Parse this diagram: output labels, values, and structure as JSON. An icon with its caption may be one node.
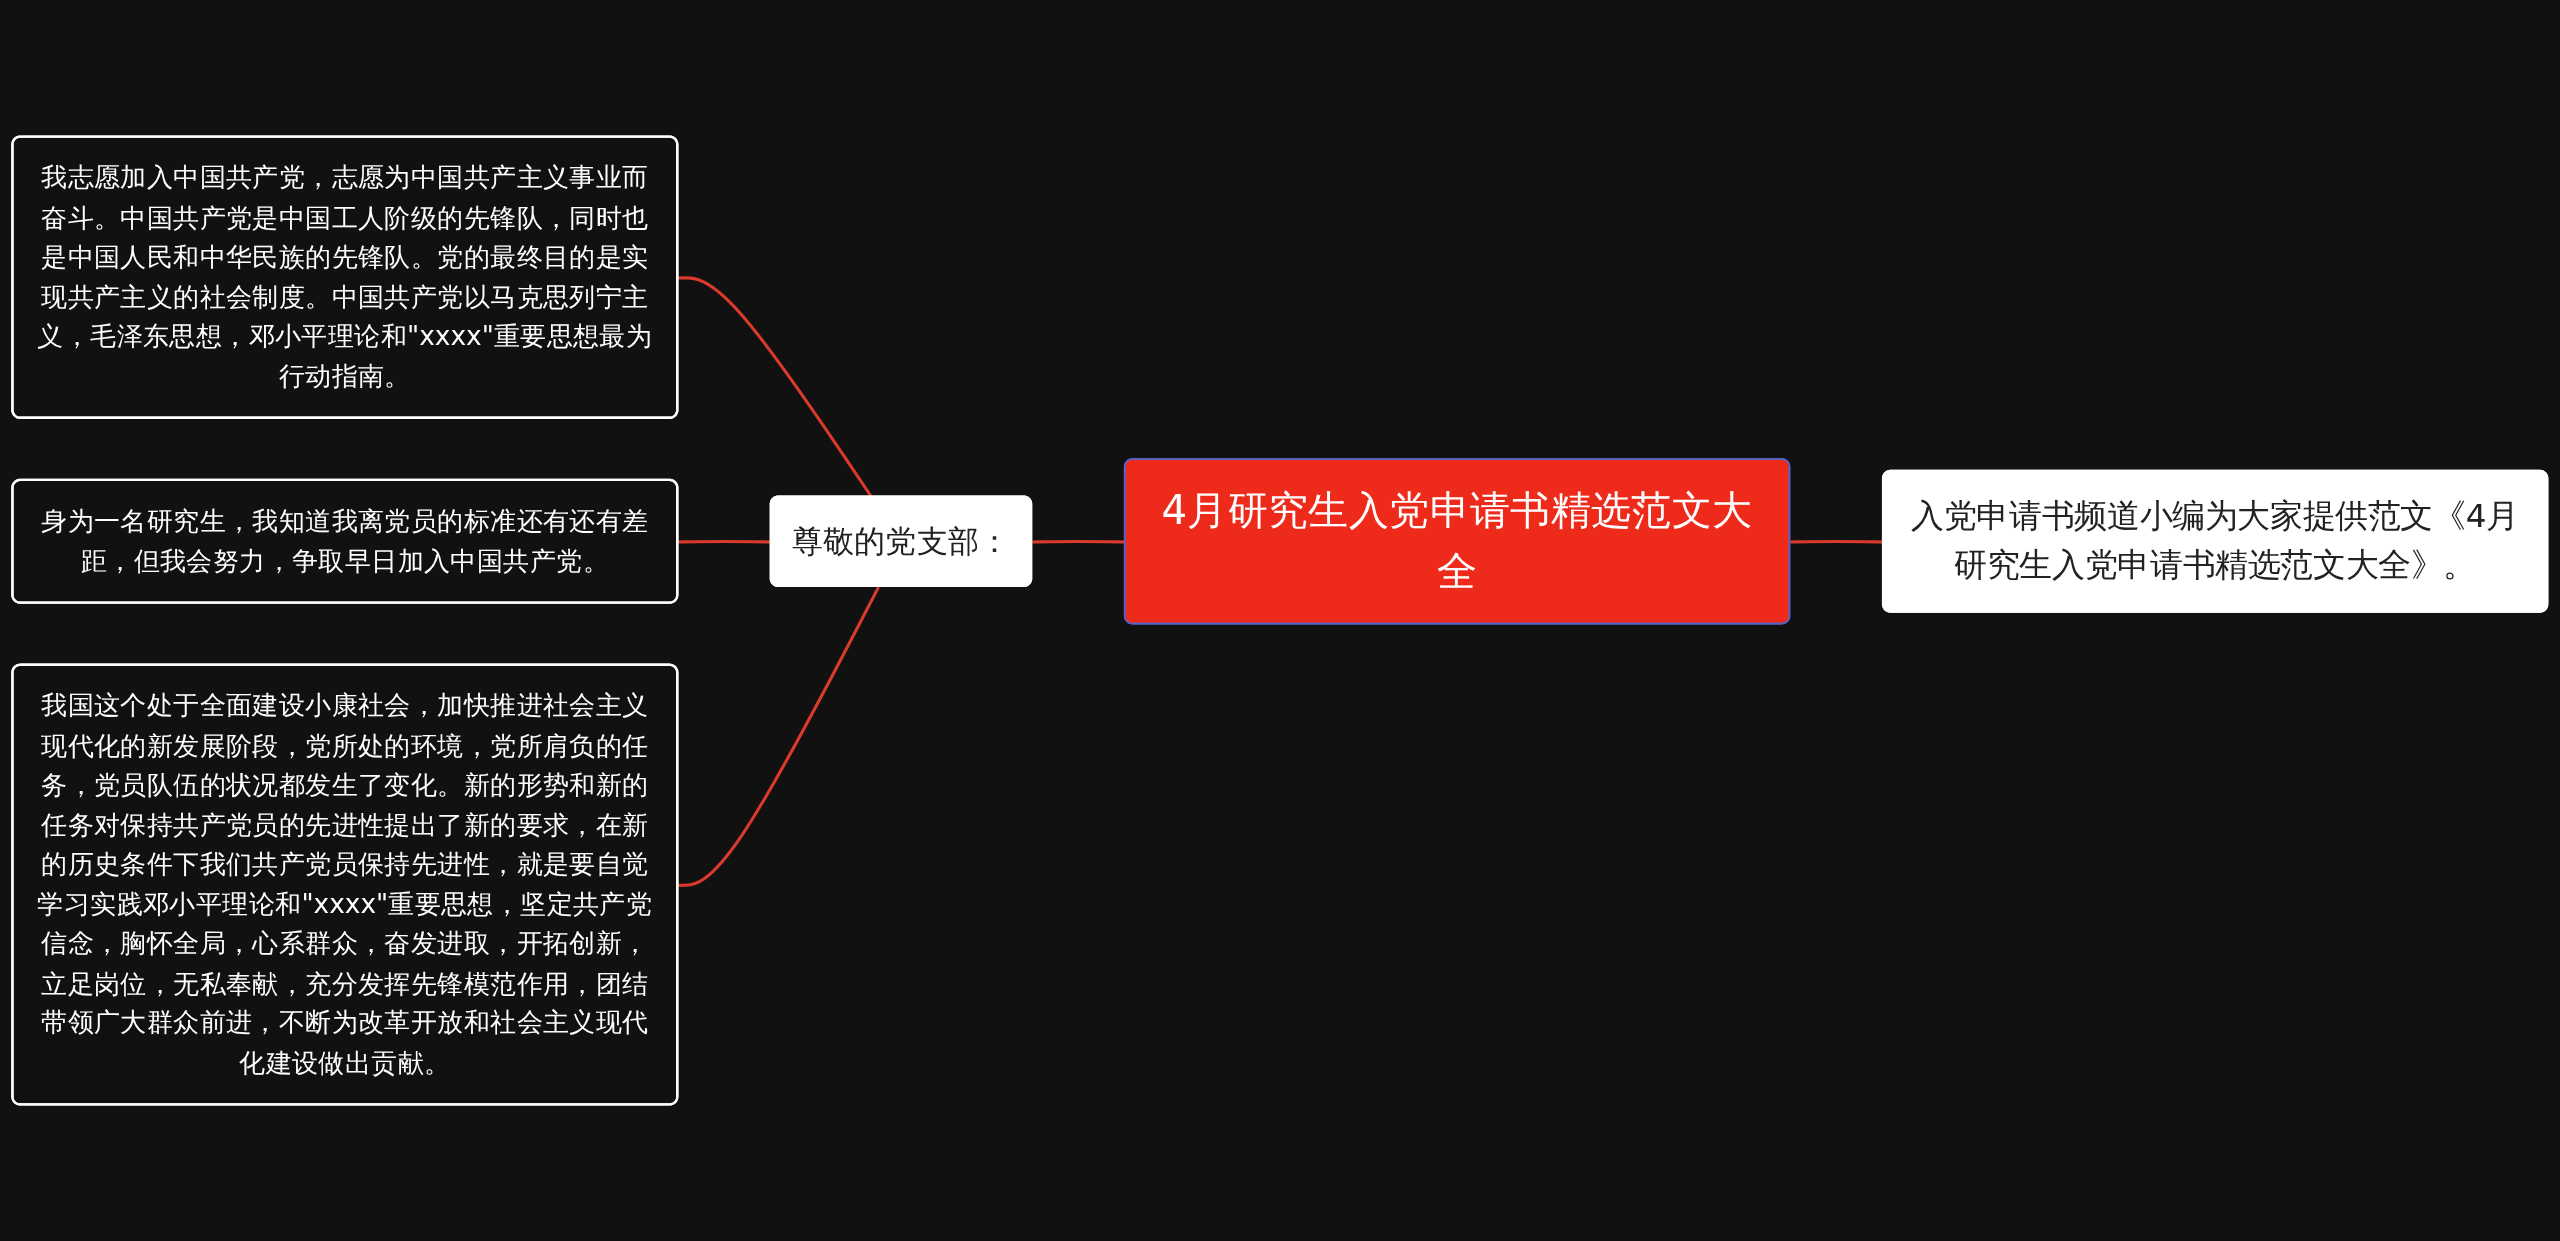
{
  "diagram": {
    "nodes": [
      {
        "text": [
          "我志愿加入中国共产党，志愿为中国共产主义事业而奋斗。中国共产党是中国工人阶级的先锋队，同时也是中国人民和中华民族的先锋队。党的最终目的是实现共产主义的社会制度。中国共产党以马克思列宁主义，毛泽东思想，邓小平理论和\"xxxx\"重要思想最为行动指南。"
        ]
      },
      {
        "text": [
          "身为一名研究生，我知道我离党员的标准还有还有差距，但我会努力，争取早日加入中国共产党。"
        ]
      },
      {
        "text": [
          "我国这个处于全面建设小康社会，加快推进社会主义现代化的新发展阶段，党所处的环境，党所肩负的任务，党员队伍的状况都发生了变化。新的形势和新的任务对保持共产党员的先进性提出了新的要求，在新的历史条件下我们共产党员保持先进性，就是要自觉学习实践邓小平理论和\"xxxx\"重要思想，坚定共产党信念，胸怀全局，心系群众，奋发进取，开拓创新，立足岗位，无私奉献，充分发挥先锋模范作用，团结带领广大群众前进，不断为改革开放和社会主义现代化建设做出贡献。"
        ]
      },
      {
        "text": [
          "尊敬的党支部："
        ]
      },
      {
        "text": [
          "4月研究生入党申请书精选范文大全"
        ]
      },
      {
        "text": [
          "入党申请书频道小编为大家提供范文《4月研究生入党申请书精选范文大全》。"
        ]
      }
    ],
    "edges": [
      {
        "from": 0,
        "to": 3,
        "arrow": "none"
      },
      {
        "from": 1,
        "to": 3,
        "arrow": "none"
      },
      {
        "from": 2,
        "to": 3,
        "arrow": "none"
      },
      {
        "from": 3,
        "to": 4,
        "arrow": "none"
      },
      {
        "from": 4,
        "to": 5,
        "arrow": "none"
      }
    ]
  }
}
